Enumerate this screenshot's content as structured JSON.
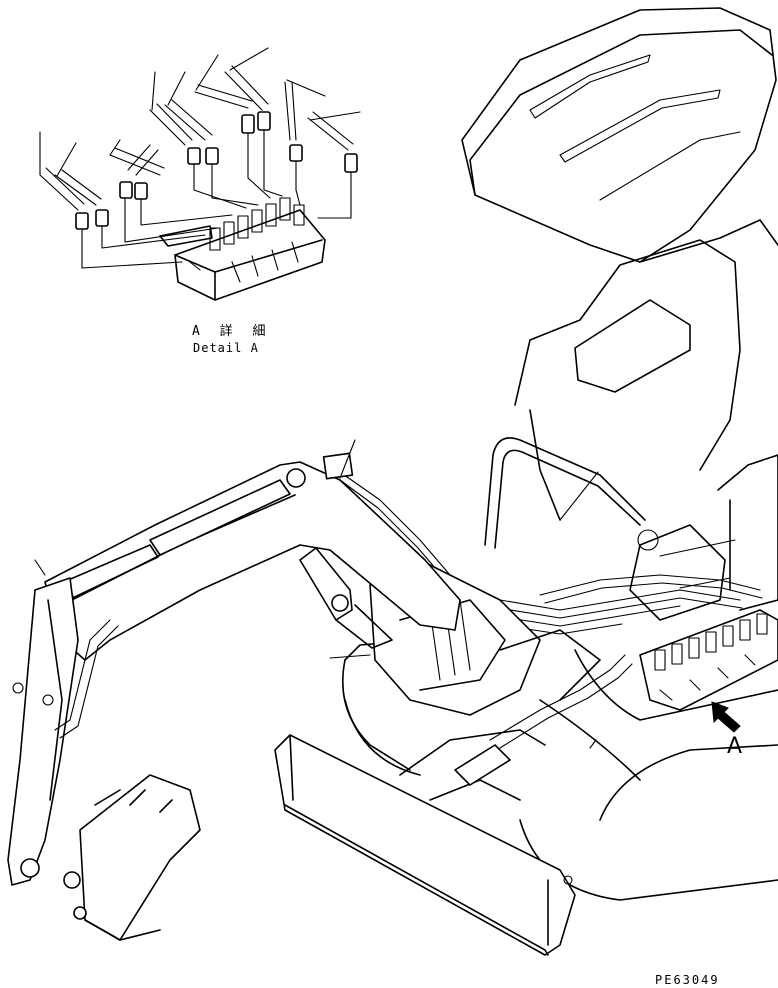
{
  "detail_label_jp": "A 詳 細",
  "detail_label_en": "Detail A",
  "view_arrow_label": "A",
  "drawing_number": "PE63049"
}
